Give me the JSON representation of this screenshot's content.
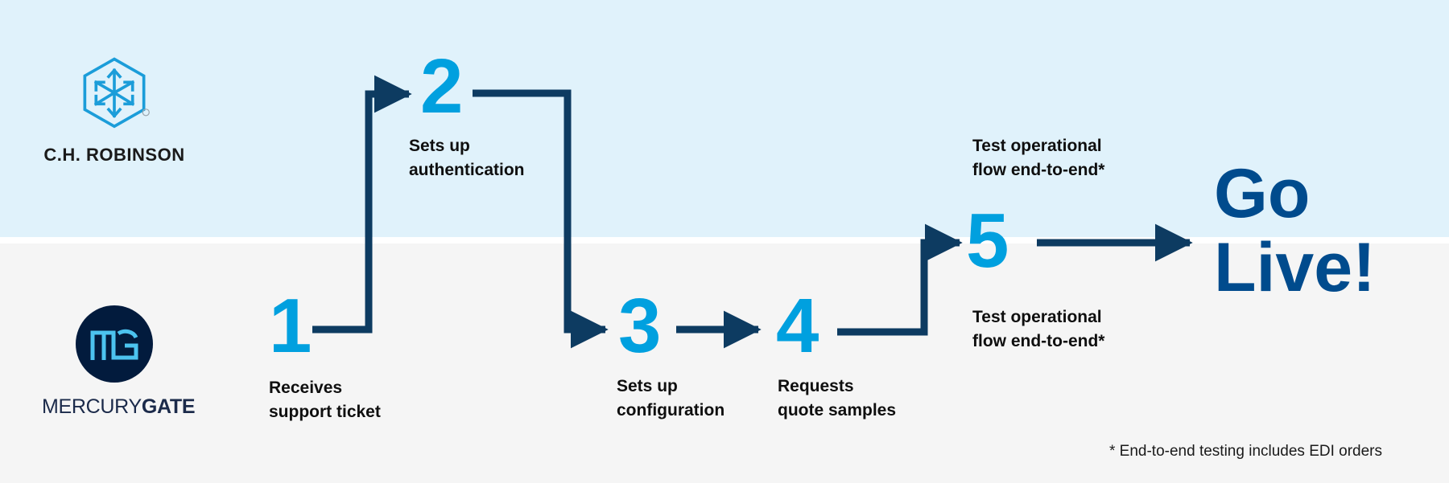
{
  "colors": {
    "band_top": "#e0f2fb",
    "band_bottom": "#f5f5f5",
    "accent_cyan": "#00a0df",
    "navy": "#0d3b61",
    "deep_blue": "#004b8d",
    "logo_circle": "#021b3d",
    "text_dark": "#0f0f0f"
  },
  "logos": {
    "chrobinson": {
      "icon": "cube-arrows-icon",
      "wordmark": "C.H. ROBINSON"
    },
    "mercurygate": {
      "icon": "mg-monogram-icon",
      "wordmark_light": "MERCURY",
      "wordmark_bold": "GATE"
    }
  },
  "steps": [
    {
      "number": "1",
      "label": "Receives\nsupport ticket",
      "lane": "bottom"
    },
    {
      "number": "2",
      "label": "Sets up\nauthentication",
      "lane": "top"
    },
    {
      "number": "3",
      "label": "Sets up\nconfiguration",
      "lane": "bottom"
    },
    {
      "number": "4",
      "label": "Requests\nquote samples",
      "lane": "bottom"
    },
    {
      "number": "5",
      "label_above": "Test operational\nflow end-to-end*",
      "label_below": "Test operational\nflow end-to-end*",
      "lane": "split"
    }
  ],
  "outcome": {
    "text": "Go\nLive!"
  },
  "footnote": {
    "text": "* End-to-end testing includes EDI orders"
  }
}
